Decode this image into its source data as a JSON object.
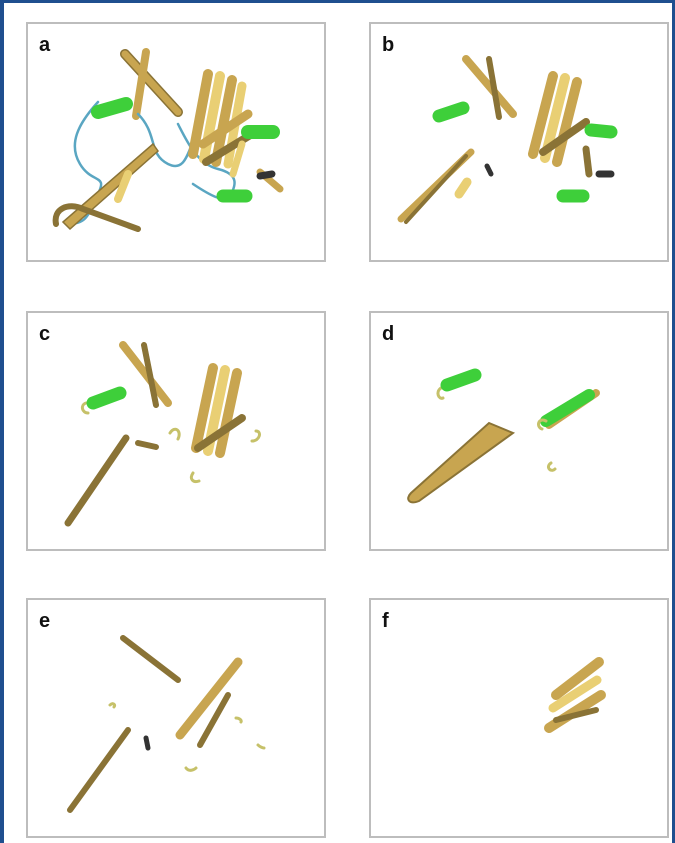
{
  "figure": {
    "panels": [
      {
        "id": "a",
        "label": "a"
      },
      {
        "id": "b",
        "label": "b"
      },
      {
        "id": "c",
        "label": "c"
      },
      {
        "id": "d",
        "label": "d"
      },
      {
        "id": "e",
        "label": "e"
      },
      {
        "id": "f",
        "label": "f"
      }
    ],
    "colors": {
      "strand": "#c8a550",
      "strand_light": "#e9cf74",
      "strand_dark": "#8a7336",
      "helix": "#3ecf3a",
      "loop": "#5aa6c2",
      "fragment_yellow": "#c6c169",
      "frame": "#1f4f8f",
      "panel_border": "#bdbdbd"
    }
  }
}
